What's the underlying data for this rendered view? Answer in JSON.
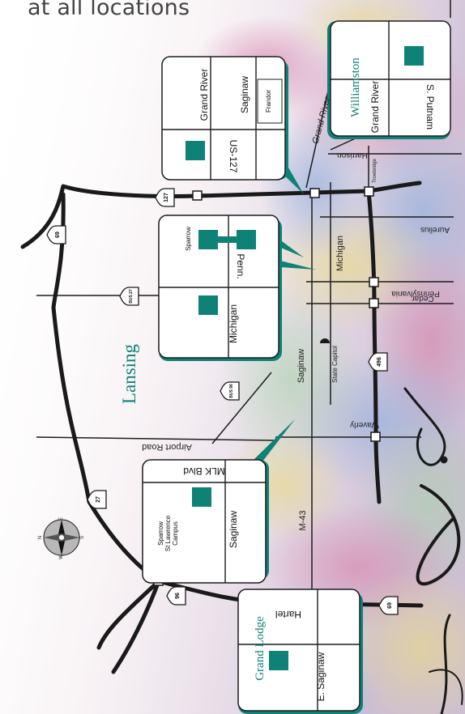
{
  "heading": "at all locations",
  "city_label": "Lansing",
  "roads": {
    "grand_river": "Grand River",
    "harrison": "Harrison",
    "trowbridge": "Trowbridge",
    "aurelius": "Aurelius",
    "michigan": "Michigan",
    "pennsylvania": "Pennsylvania",
    "cedar": "Cedar",
    "saginaw": "Saginaw",
    "state_capitol": "State Capitol",
    "waverly": "Waverly",
    "airport_road": "Airport Road",
    "m43": "M-43"
  },
  "shields": {
    "us127": "127",
    "i69_top": "69",
    "bus27": "BUS 27",
    "bus96": "BUS 96",
    "i496": "496",
    "us27": "27",
    "i96": "96",
    "i69_bottom": "69"
  },
  "compass": {
    "n": "N",
    "e": "E",
    "s": "S",
    "w": "W"
  },
  "insets": {
    "williamston": {
      "title": "Williamston",
      "road1": "S. Putnam",
      "road2": "Grand River"
    },
    "frandor": {
      "road1": "Grand River",
      "road2": "Saginaw",
      "road3": "US-127",
      "note": "Frandor"
    },
    "sparrow": {
      "road1": "Michigan",
      "road2": "Penn.",
      "note": "Sparrow"
    },
    "st_lawrence": {
      "road1": "MLK Blvd",
      "road2": "Saginaw",
      "note_line1": "Sparrow",
      "note_line2": "St Lawrence",
      "note_line3": "Campus"
    },
    "grand_lodge": {
      "title": "Grand Lodge",
      "road1": "Hartel",
      "road2": "E. Saginaw"
    }
  },
  "colors": {
    "accent": "#0e8276",
    "road": "#222222",
    "box_border": "#1d1d1d"
  }
}
